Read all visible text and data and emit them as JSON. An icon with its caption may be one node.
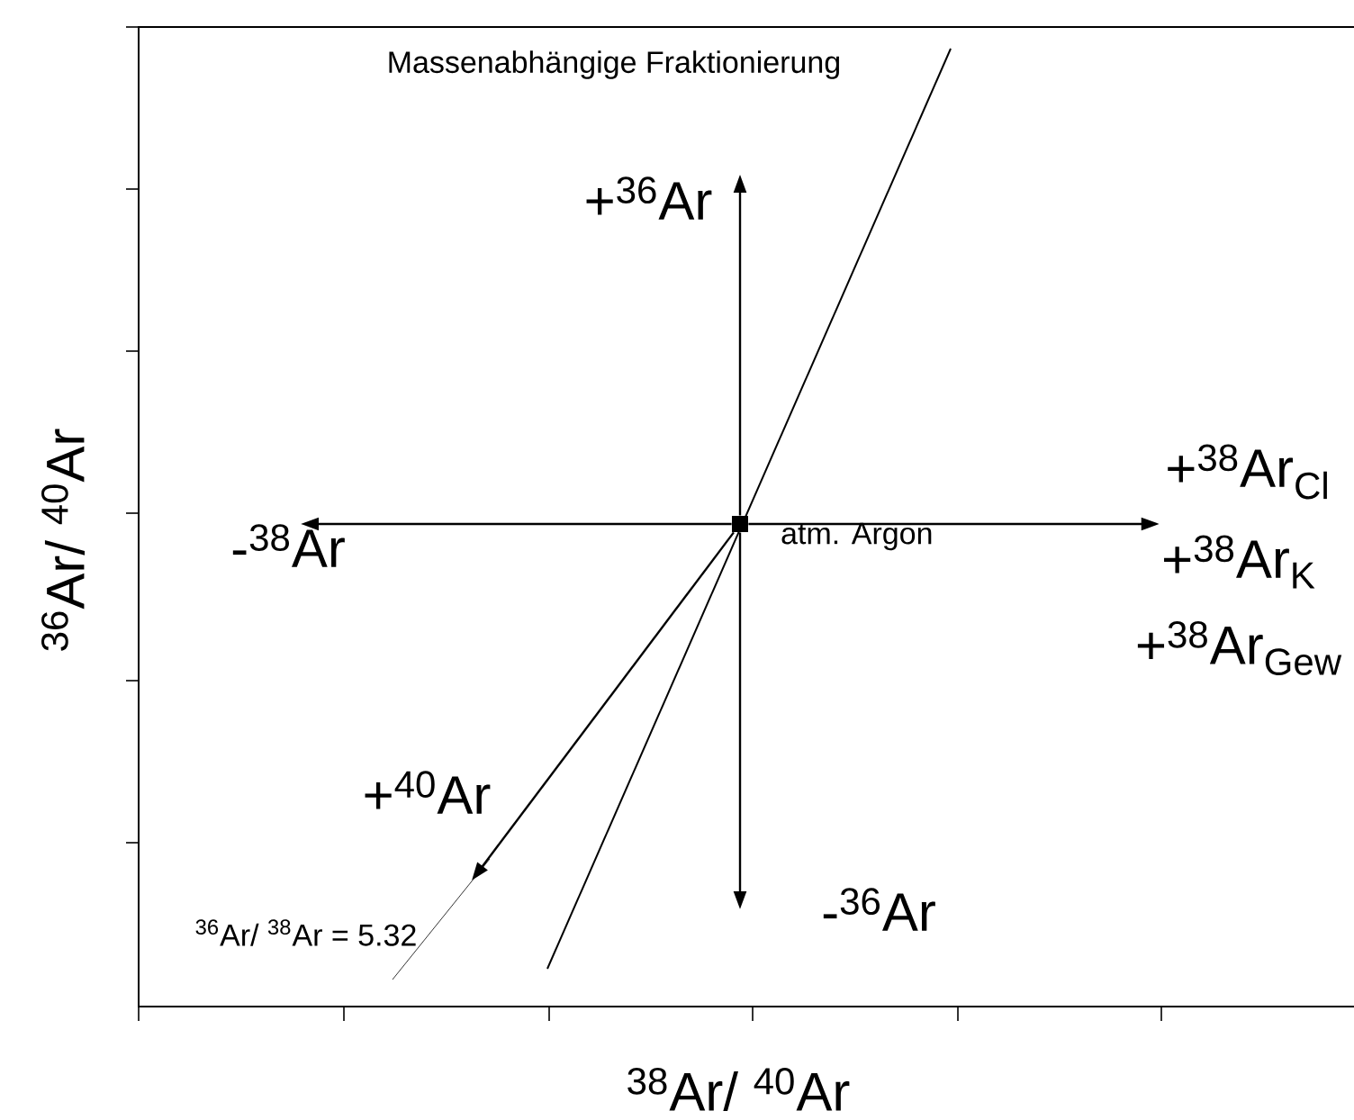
{
  "diagram": {
    "nodes": [
      {
        "text": [],
        "shape": "box",
        "beside": [
          "atm. Argon"
        ]
      },
      {
        "text": [
          "+$^{36}$Ar"
        ]
      },
      {
        "text": [
          "-$^{38}$Ar"
        ]
      },
      {
        "text": [
          "+$^{38}$Ar$_{Cl}$"
        ]
      },
      {
        "text": [
          "+$^{38}$Ar$_{K}$"
        ]
      },
      {
        "text": [
          "+$^{38}$Ar$_{Gew}$"
        ]
      },
      {
        "text": [
          "+$^{40}$Ar"
        ]
      },
      {
        "text": [
          "-$^{36}$Ar"
        ]
      }
    ],
    "edges": [
      {
        "from": 0,
        "to": 1,
        "arrow": "to"
      },
      {
        "from": 0,
        "to": 2,
        "arrow": "to"
      },
      {
        "from": 0,
        "to": 4,
        "arrow": "to"
      },
      {
        "from": 0,
        "to": 6,
        "arrow": "to"
      },
      {
        "from": 0,
        "to": 7,
        "arrow": "to"
      }
    ],
    "labels": [
      "Massenabhängige Fraktionierung",
      "$^{36}$Ar/ $^{38}$Ar = 5.32",
      "$^{36}$Ar/ $^{40}$Ar",
      "$^{38}$Ar/ $^{40}$Ar"
    ]
  }
}
